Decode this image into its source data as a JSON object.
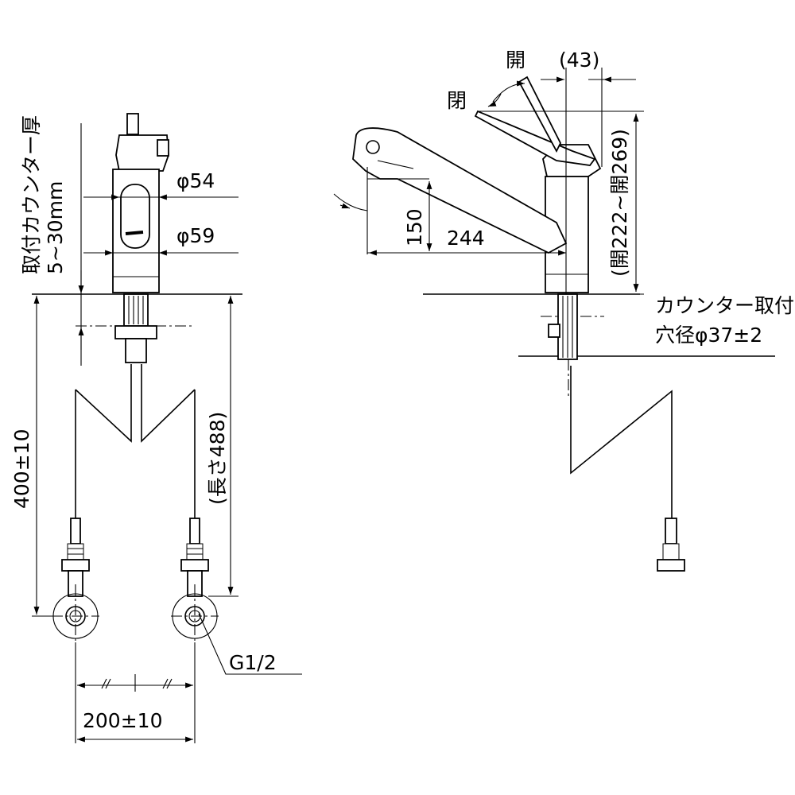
{
  "labels": {
    "counter_thickness_line1": "取付カウンター厚",
    "counter_thickness_line2": "5~30mm",
    "dia_54": "φ54",
    "dia_59": "φ59",
    "dim_400": "400±10",
    "length_488": "(長さ488)",
    "dim_200": "200±10",
    "thread": "G1/2",
    "open_top": "開",
    "dim_43": "(43)",
    "open_side": "閉",
    "height_150": "150",
    "reach_244": "244",
    "open_height": "(開222~開269)",
    "hole_line1": "カウンター取付",
    "hole_line2": "穴径φ37±2"
  }
}
